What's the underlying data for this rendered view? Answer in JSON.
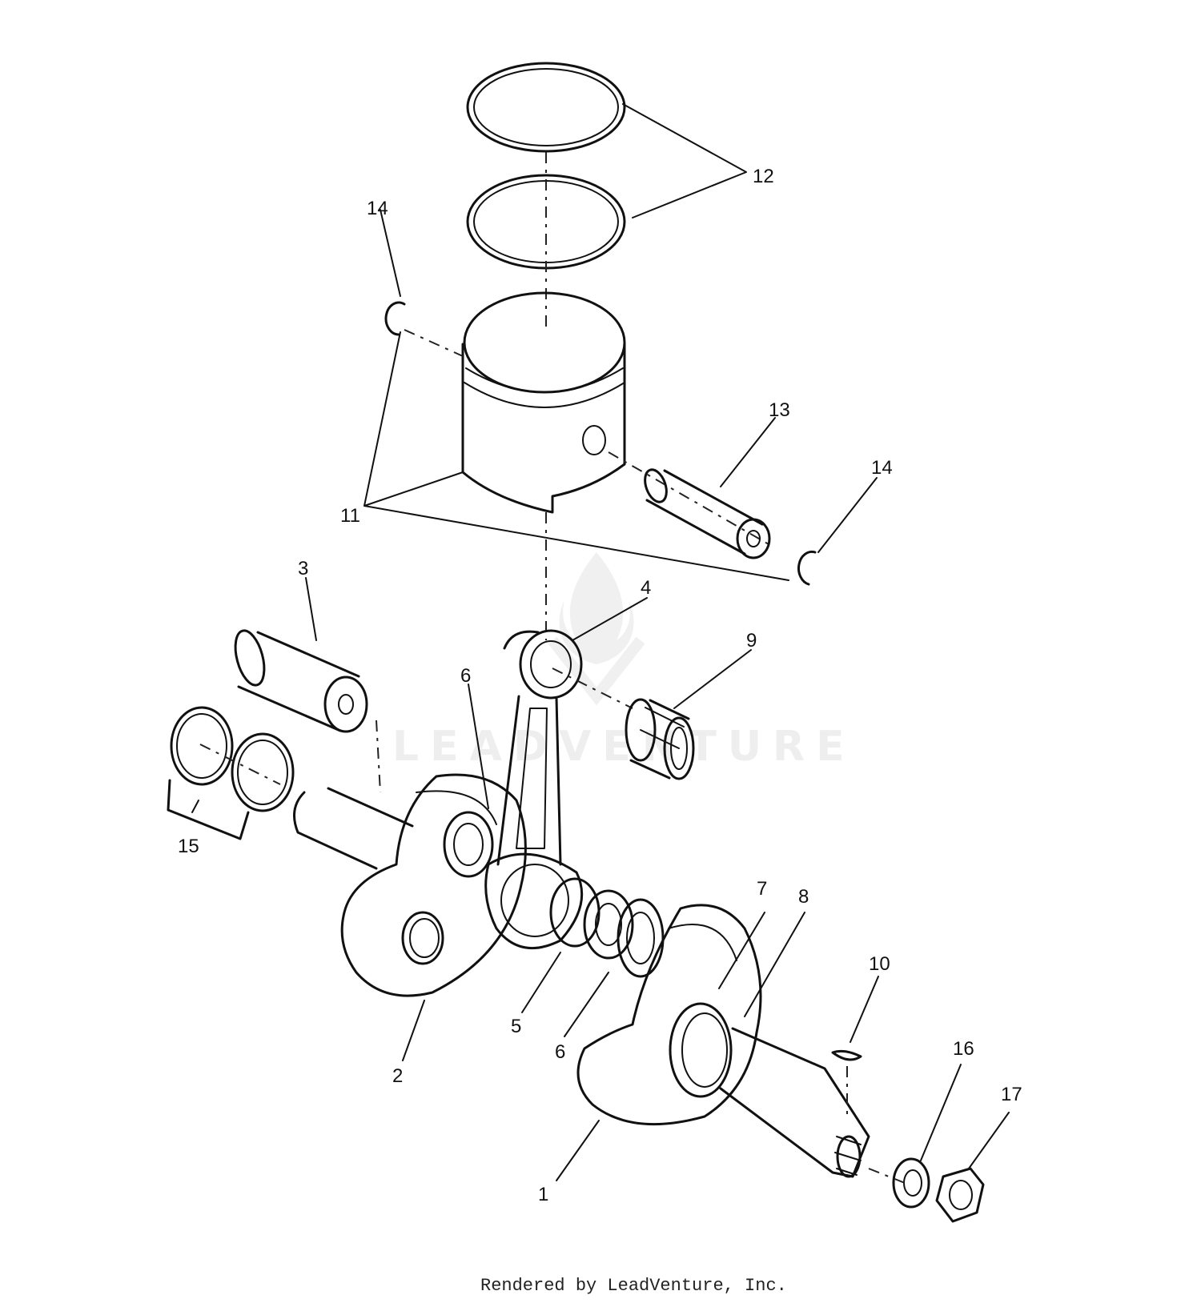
{
  "diagram": {
    "watermark": "LEADVENTURE",
    "credit": "Rendered by LeadVenture, Inc.",
    "callouts": [
      {
        "id": "1",
        "label": "1"
      },
      {
        "id": "2",
        "label": "2"
      },
      {
        "id": "3",
        "label": "3"
      },
      {
        "id": "4",
        "label": "4"
      },
      {
        "id": "5",
        "label": "5"
      },
      {
        "id": "6a",
        "label": "6"
      },
      {
        "id": "6b",
        "label": "6"
      },
      {
        "id": "7",
        "label": "7"
      },
      {
        "id": "8",
        "label": "8"
      },
      {
        "id": "9",
        "label": "9"
      },
      {
        "id": "10",
        "label": "10"
      },
      {
        "id": "11",
        "label": "11"
      },
      {
        "id": "12",
        "label": "12"
      },
      {
        "id": "13",
        "label": "13"
      },
      {
        "id": "14a",
        "label": "14"
      },
      {
        "id": "14b",
        "label": "14"
      },
      {
        "id": "15",
        "label": "15"
      },
      {
        "id": "16",
        "label": "16"
      },
      {
        "id": "17",
        "label": "17"
      }
    ]
  }
}
